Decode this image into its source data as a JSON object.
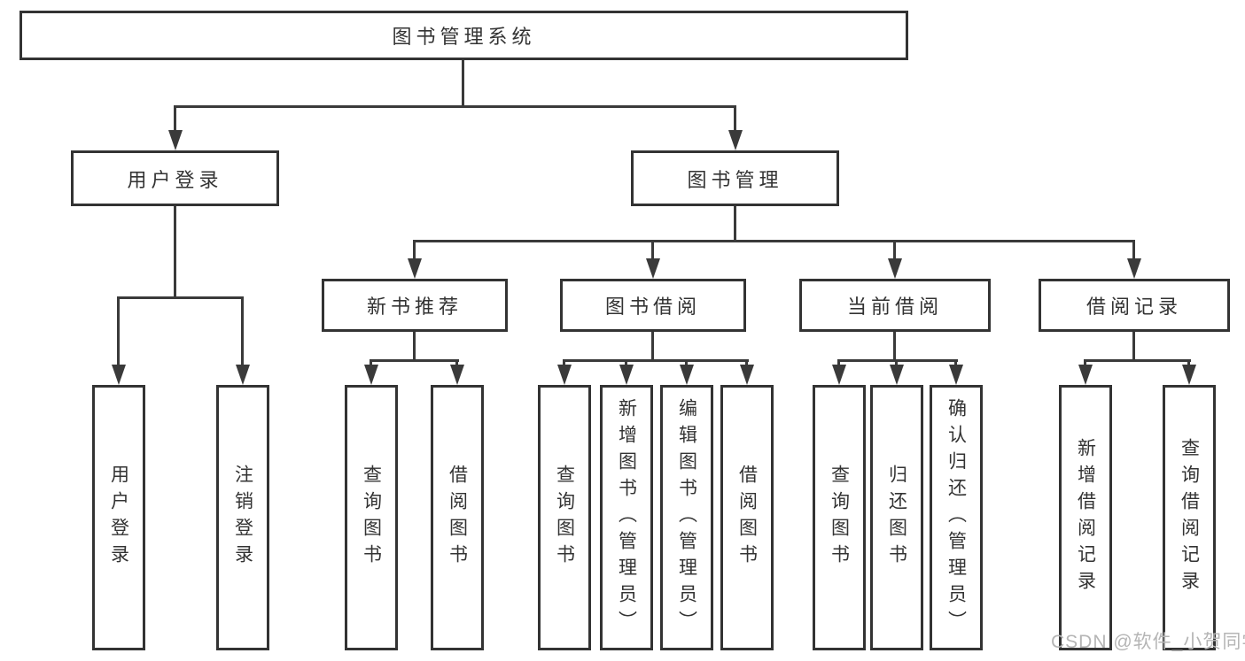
{
  "diagram": {
    "root": {
      "label": "图书管理系统"
    },
    "level2": [
      {
        "id": "user-login",
        "label": "用户登录"
      },
      {
        "id": "book-management",
        "label": "图书管理"
      }
    ],
    "level3": [
      {
        "id": "new-book-recommend",
        "label": "新书推荐"
      },
      {
        "id": "book-borrowing",
        "label": "图书借阅"
      },
      {
        "id": "current-borrowing",
        "label": "当前借阅"
      },
      {
        "id": "borrowing-records",
        "label": "借阅记录"
      }
    ],
    "leaves": {
      "user_login": [
        {
          "label": "用户登录"
        },
        {
          "label": "注销登录"
        }
      ],
      "new_book_recommend": [
        {
          "label": "查询图书"
        },
        {
          "label": "借阅图书"
        }
      ],
      "book_borrowing": [
        {
          "label": "查询图书"
        },
        {
          "label": "新增图书（管理员）"
        },
        {
          "label": "编辑图书（管理员）"
        },
        {
          "label": "借阅图书"
        }
      ],
      "current_borrowing": [
        {
          "label": "查询图书"
        },
        {
          "label": "归还图书"
        },
        {
          "label": "确认归还（管理员）"
        }
      ],
      "borrowing_records": [
        {
          "label": "新增借阅记录"
        },
        {
          "label": "查询借阅记录"
        }
      ]
    },
    "colors": {
      "box_border": "#333333",
      "connector": "#3a3a3a",
      "text": "#333333",
      "background": "#ffffff",
      "watermark": "#b5b5b5"
    }
  },
  "watermark": {
    "text": "CSDN @软件_小贺同学"
  }
}
